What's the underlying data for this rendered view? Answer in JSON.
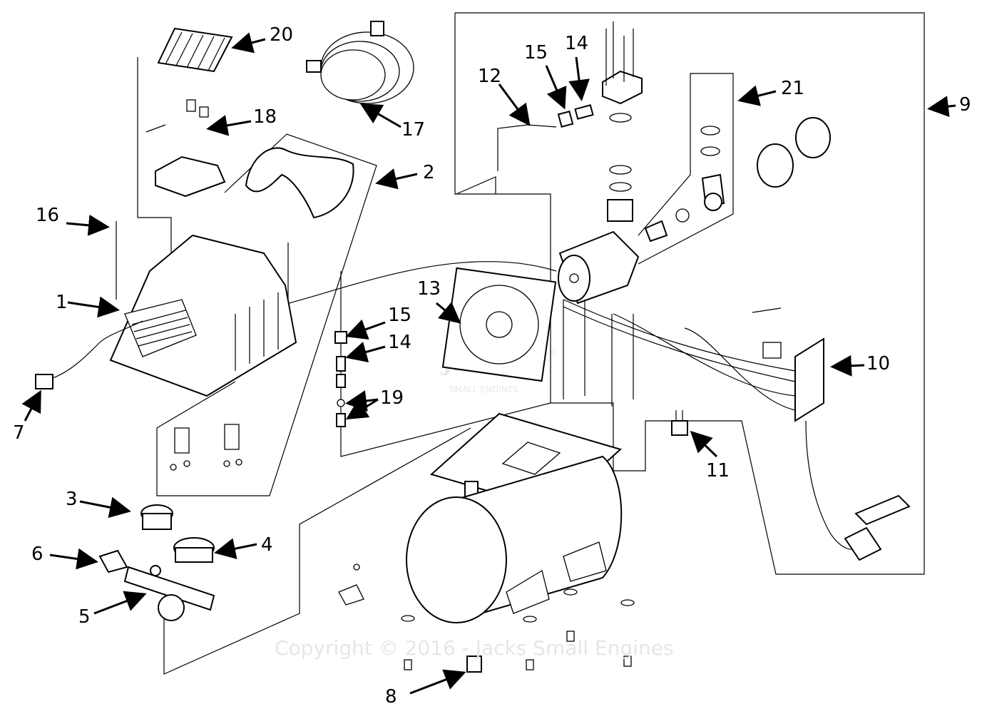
{
  "callouts": [
    "1",
    "2",
    "3",
    "4",
    "5",
    "6",
    "7",
    "8",
    "9",
    "10",
    "11",
    "12",
    "13",
    "14",
    "15",
    "16",
    "17",
    "18",
    "19",
    "20",
    "21"
  ],
  "callouts_second": {
    "14": "14",
    "15": "15"
  },
  "watermark": {
    "copyright": "Copyright © 2016 - Jacks Small Engines",
    "logo_main": "Jacks",
    "logo_registered": "©",
    "logo_sub": "SMALL ENGINES"
  }
}
